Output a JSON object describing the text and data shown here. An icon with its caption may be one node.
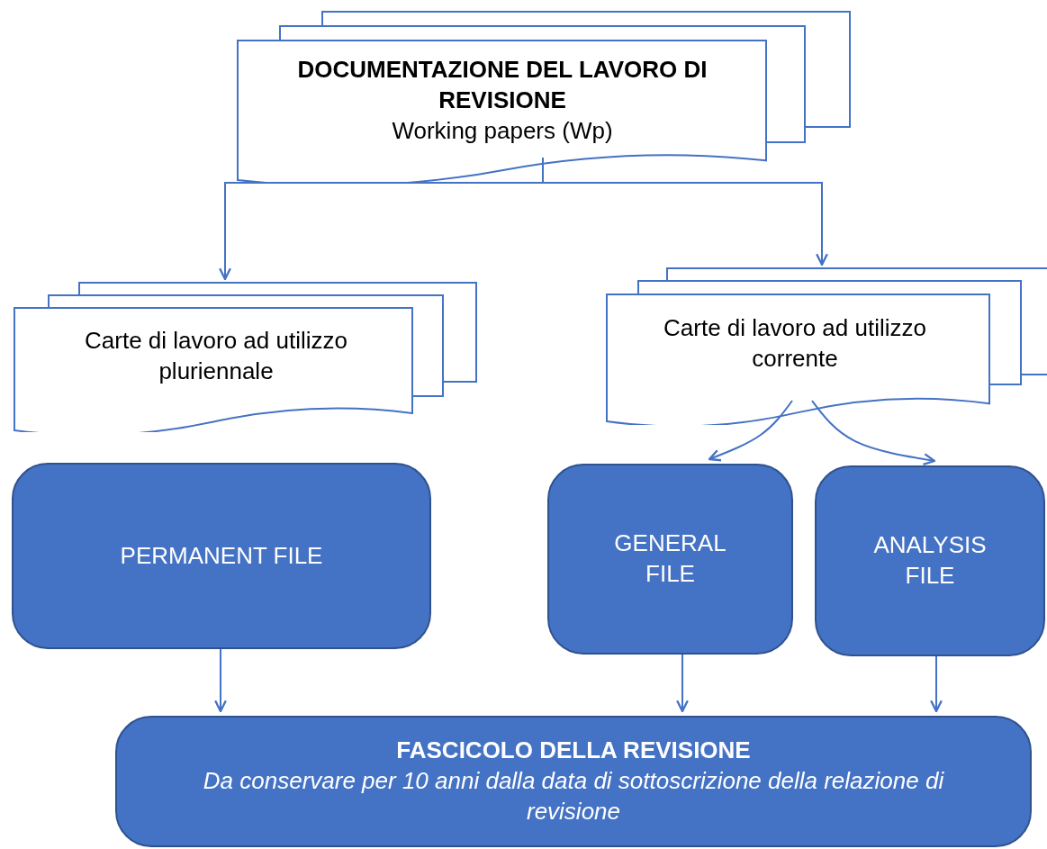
{
  "diagram": {
    "nodes": [
      {
        "text": [
          "DOCUMENTAZIONE DEL LAVORO DI REVISIONE",
          "Working papers (Wp)"
        ]
      },
      {
        "text": [
          "Carte di lavoro ad utilizzo pluriennale"
        ]
      },
      {
        "text": [
          "Carte di lavoro ad utilizzo corrente"
        ]
      },
      {
        "text": [
          "PERMANENT FILE"
        ]
      },
      {
        "text": [
          "GENERAL FILE"
        ]
      },
      {
        "text": [
          "ANALYSIS FILE"
        ]
      },
      {
        "text": [
          "FASCICOLO DELLA REVISIONE",
          "Da conservare per 10 anni dalla data di sottoscrizione della relazione di revisione"
        ]
      }
    ],
    "edges": [
      {
        "from": 0,
        "to": 1,
        "arrow": "to"
      },
      {
        "from": 0,
        "to": 2,
        "arrow": "to"
      },
      {
        "from": 2,
        "to": 4,
        "arrow": "to"
      },
      {
        "from": 2,
        "to": 5,
        "arrow": "to"
      },
      {
        "from": 3,
        "to": 6,
        "arrow": "to"
      },
      {
        "from": 4,
        "to": 6,
        "arrow": "to"
      },
      {
        "from": 5,
        "to": 6,
        "arrow": "to"
      }
    ]
  }
}
